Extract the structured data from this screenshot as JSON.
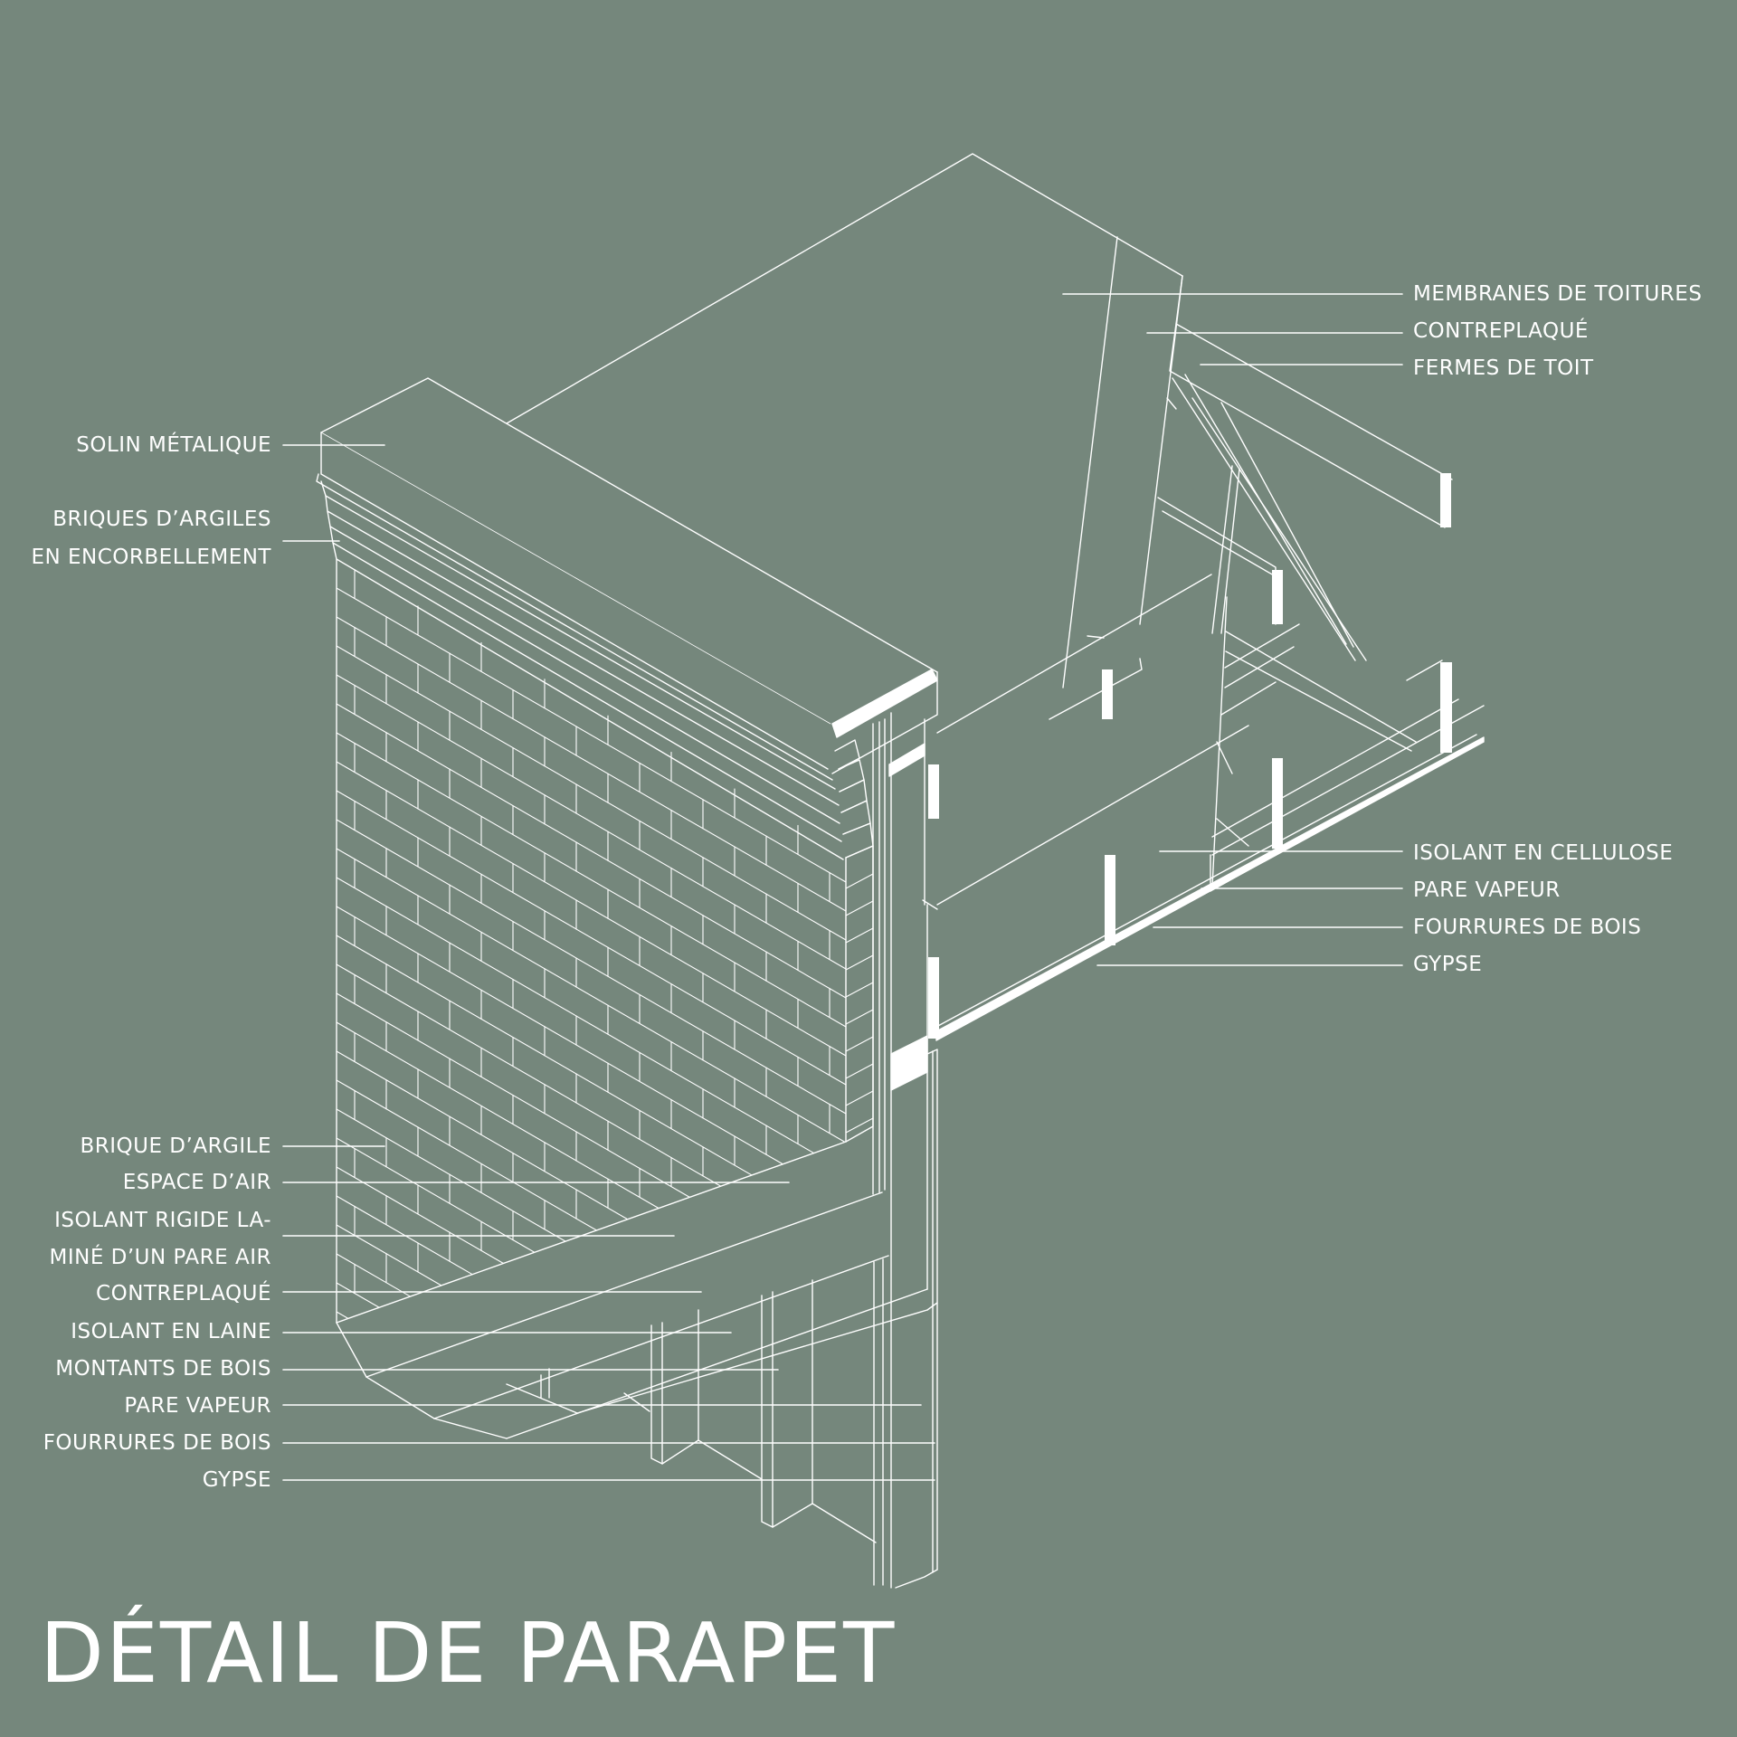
{
  "title": "DÉTAIL DE PARAPET",
  "colors": {
    "background": "#75877c",
    "lines": "#ffffff"
  },
  "labels_left": [
    "SOLIN MÉTALIQUE",
    "BRIQUES D’ARGILES",
    "EN ENCORBELLEMENT",
    "BRIQUE D’ARGILE",
    "ESPACE D’AIR",
    "ISOLANT RIGIDE LA-",
    "MINÉ D’UN PARE AIR",
    "CONTREPLAQUÉ",
    "ISOLANT EN LAINE",
    "MONTANTS DE BOIS",
    "PARE VAPEUR",
    "FOURRURES DE BOIS",
    "GYPSE"
  ],
  "labels_right": [
    "MEMBRANES DE TOITURES",
    "CONTREPLAQUÉ",
    "FERMES DE TOIT",
    "ISOLANT EN CELLULOSE",
    "PARE VAPEUR",
    "FOURRURES DE BOIS",
    "GYPSE"
  ]
}
